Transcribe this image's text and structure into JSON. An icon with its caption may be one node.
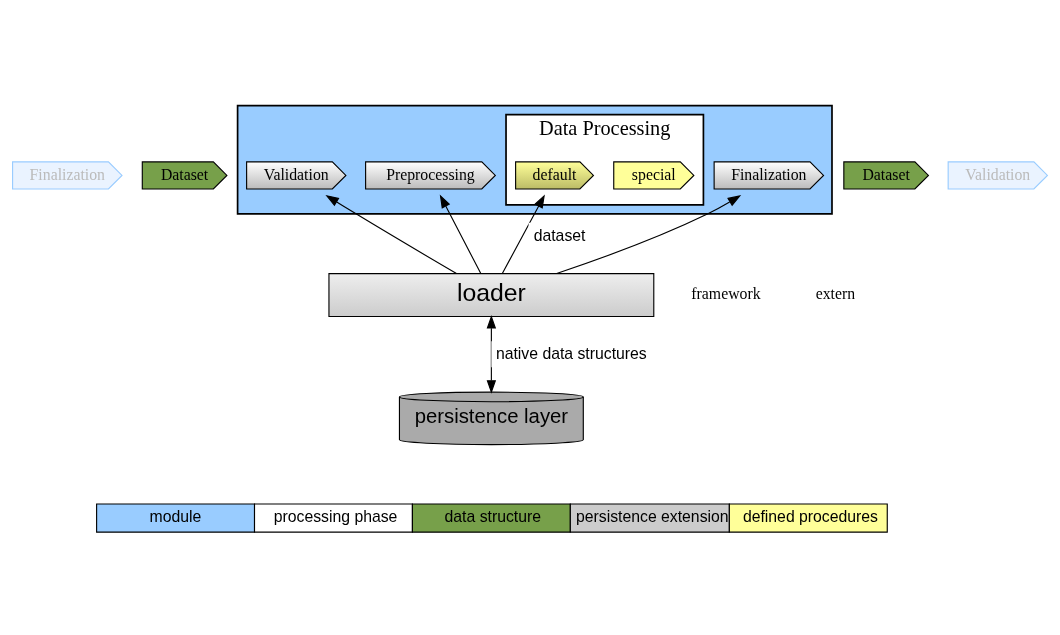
{
  "diagram": {
    "nodes": [
      {
        "text": [
          "Finalization"
        ]
      },
      {
        "text": [
          "Dataset"
        ]
      },
      {
        "text": [],
        "shape": "chevron"
      },
      {
        "text": [
          "Validation"
        ],
        "in": 2
      },
      {
        "text": [
          "Preprocessing"
        ],
        "in": 2
      },
      {
        "text": [
          "Data Processing"
        ],
        "in": 2
      },
      {
        "text": [
          "special"
        ],
        "in": 5
      },
      {
        "text": [
          "default"
        ],
        "in": 5
      },
      {
        "text": [
          "Finalization"
        ],
        "in": 2
      },
      {
        "text": [
          "Dataset"
        ]
      },
      {
        "text": [
          "Validation"
        ]
      },
      {
        "text": [
          "loader"
        ]
      },
      {
        "text": [
          "persistence layer"
        ]
      }
    ],
    "edges": [
      {
        "from": 11,
        "to": 3,
        "arrow": "to"
      },
      {
        "from": 11,
        "to": 4,
        "arrow": "to"
      },
      {
        "from": 11,
        "to": 7,
        "arrow": "to",
        "label": "dataset"
      },
      {
        "from": 11,
        "to": 8,
        "arrow": "to"
      },
      {
        "from": 11,
        "to": 12,
        "arrow": "both",
        "label": "native data structures"
      }
    ],
    "labels": [
      "framework",
      "extern"
    ],
    "legend": [
      {
        "text": "module",
        "color": "#99ccff"
      },
      {
        "text": "processing phase",
        "color": "#ffffff"
      },
      {
        "text": "data structure",
        "color": "#77a04a"
      },
      {
        "text": "persistence extension",
        "color": "#cccccc"
      },
      {
        "text": "defined procedures",
        "color": "#ffff99"
      }
    ]
  }
}
